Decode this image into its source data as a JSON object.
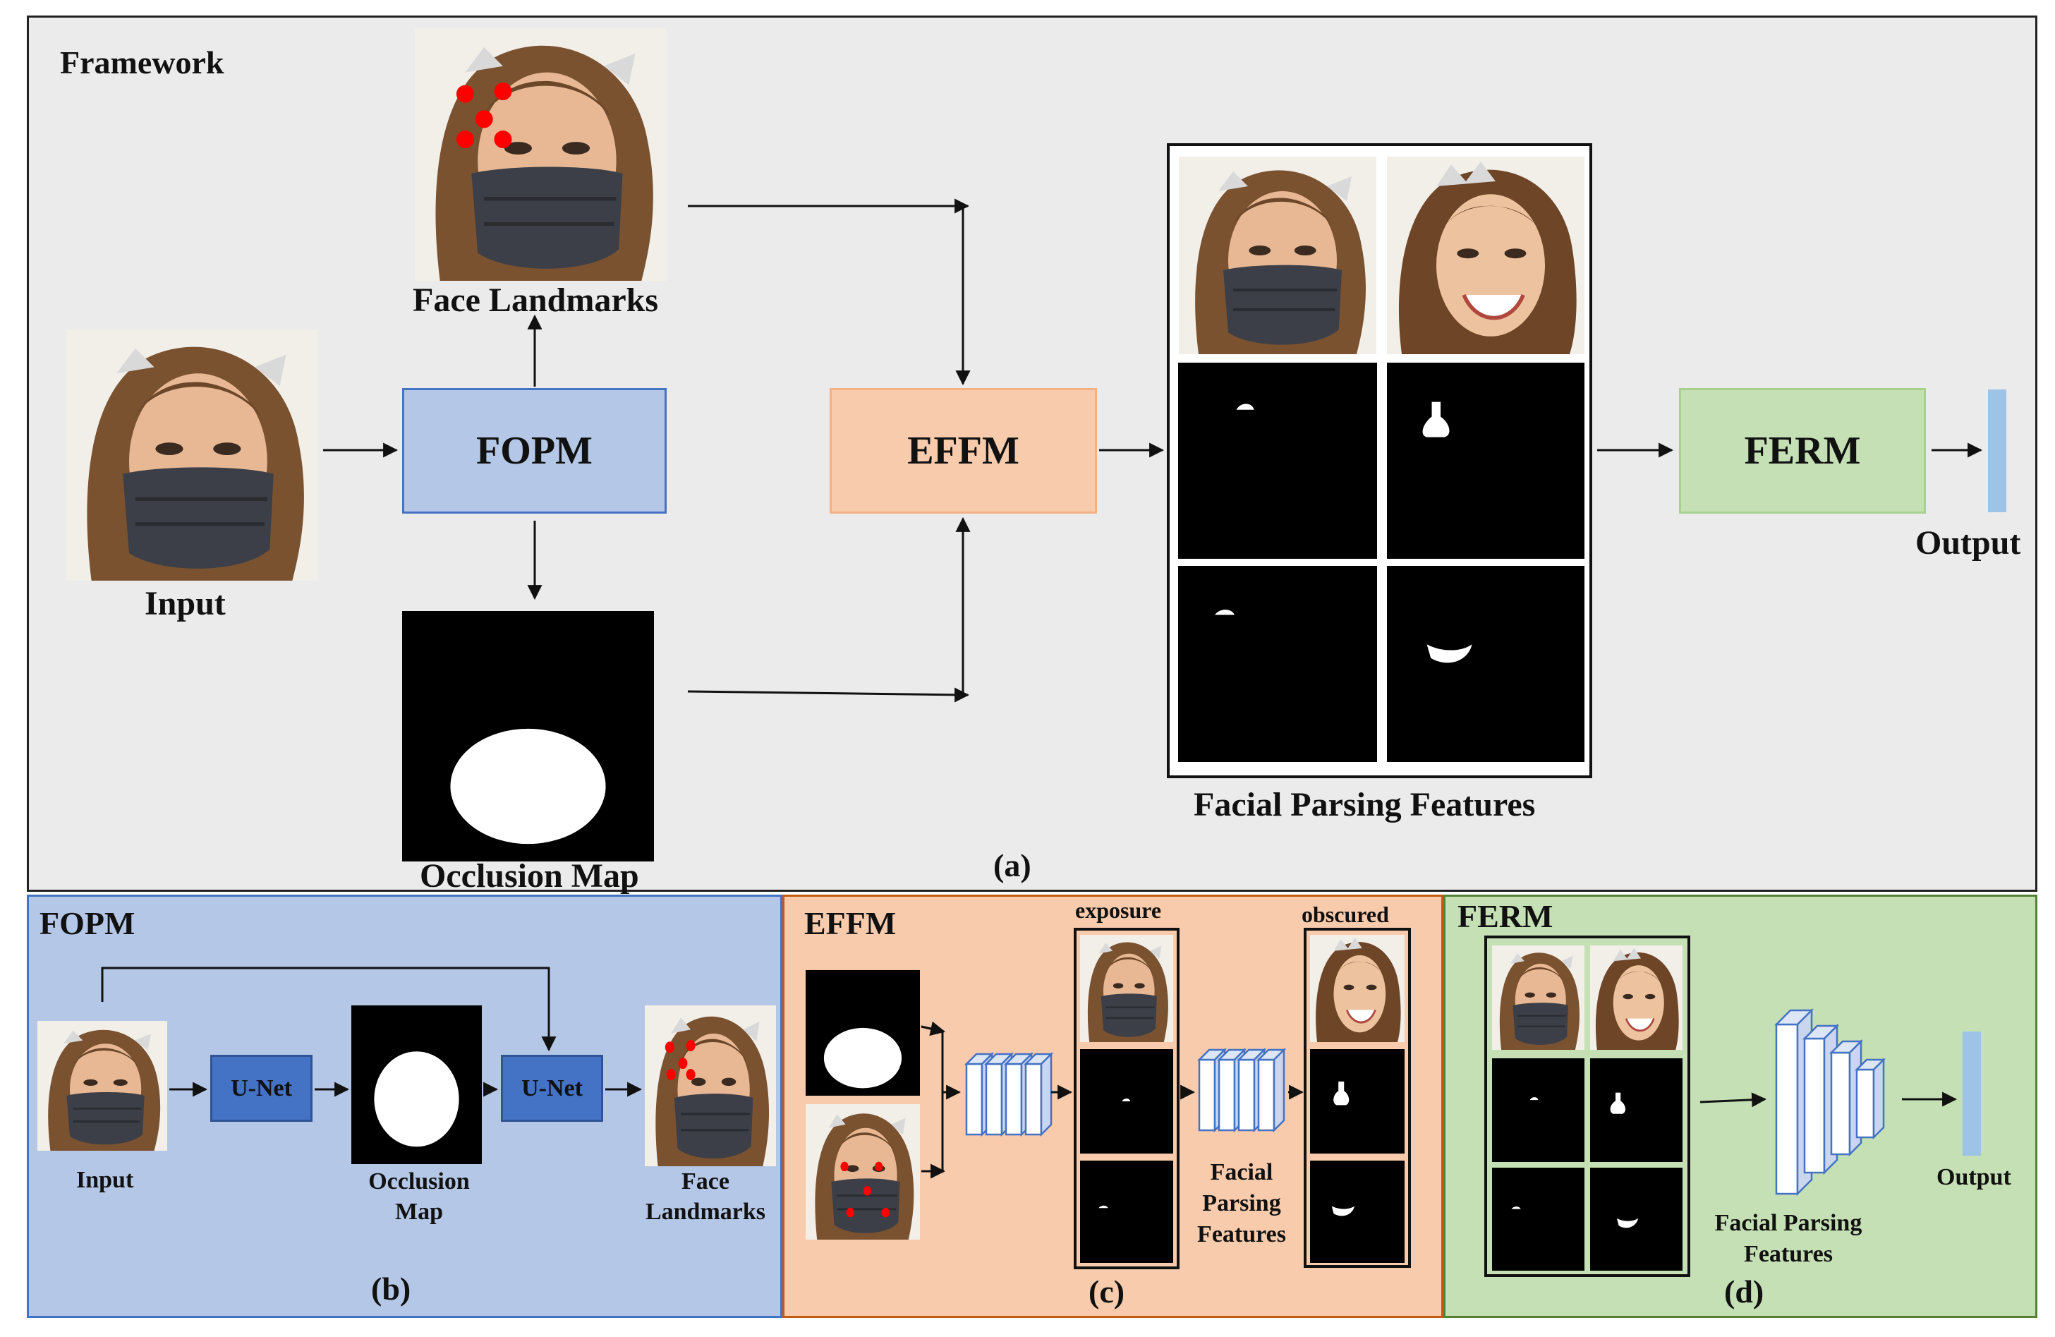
{
  "panel_a": {
    "title": "Framework",
    "input_label": "Input",
    "fopm_label": "FOPM",
    "face_landmarks_label": "Face Landmarks",
    "occlusion_map_label": "Occlusion Map",
    "effm_label": "EFFM",
    "facial_parsing_label": "Facial Parsing Features",
    "ferm_label": "FERM",
    "output_label": "Output",
    "caption": "(a)"
  },
  "panel_b": {
    "title": "FOPM",
    "input_label": "Input",
    "unet1_label": "U-Net",
    "unet2_label": "U-Net",
    "occlusion_label_1": "Occlusion",
    "occlusion_label_2": "Map",
    "landmarks_label_1": "Face",
    "landmarks_label_2": "Landmarks",
    "caption": "(b)"
  },
  "panel_c": {
    "title": "EFFM",
    "exposure_label": "exposure",
    "obscured_label": "obscured",
    "features_label_1": "Facial",
    "features_label_2": "Parsing",
    "features_label_3": "Features",
    "caption": "(c)"
  },
  "panel_d": {
    "title": "FERM",
    "features_label_1": "Facial Parsing",
    "features_label_2": "Features",
    "output_label": "Output",
    "caption": "(d)"
  },
  "colors": {
    "background": "#ebebeb",
    "fopm_fill": "#b4c7e7",
    "fopm_border": "#4472c4",
    "effm_fill": "#f8cbad",
    "effm_border": "#f4b183",
    "ferm_fill": "#c5e0b4",
    "ferm_border": "#a9d18e",
    "unet_fill": "#4472c4",
    "output_bar": "#9dc3e6",
    "landmark": "#ff0000"
  }
}
